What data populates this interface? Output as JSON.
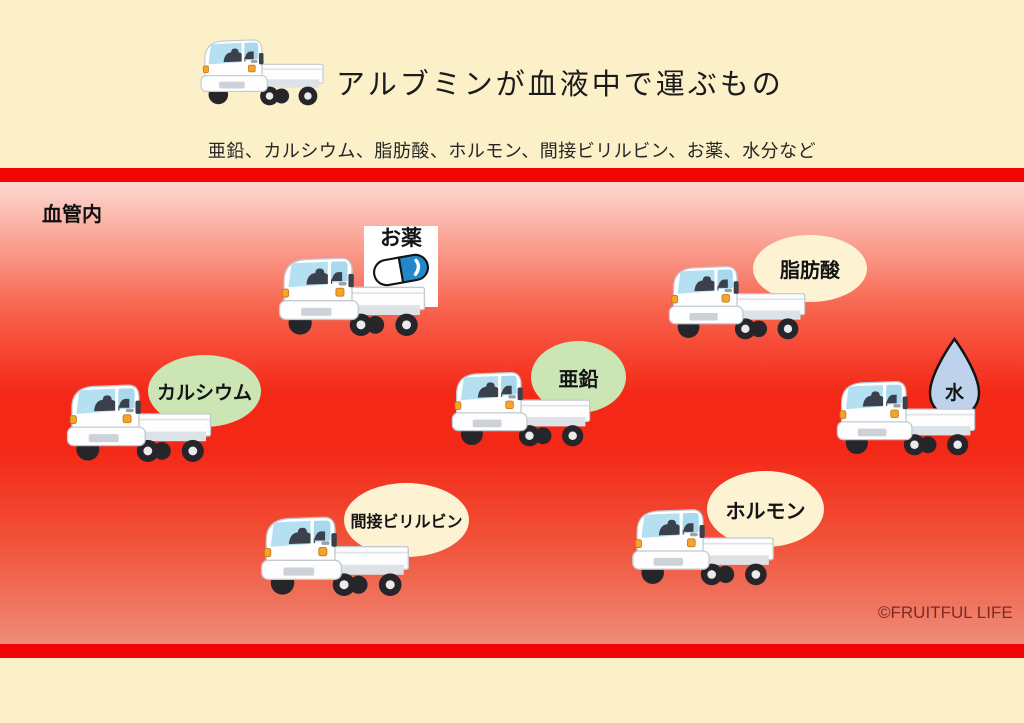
{
  "page": {
    "background_color": "#fcf0c9"
  },
  "header": {
    "title": "アルブミンが血液中で運ぶもの",
    "subtitle": "亜鉛、カルシウム、脂肪酸、ホルモン、間接ビリルビン、お薬、水分など"
  },
  "vessel": {
    "label": "血管内",
    "copyright": "©FRUITFUL LIFE",
    "wall_color": "#f30505",
    "gradient_top": "#fcd9d2",
    "gradient_middle": "#f42817",
    "gradient_bottom": "#ee8b77"
  },
  "cargo_items": [
    {
      "label": "お薬",
      "container": "white-sign-with-capsule",
      "capsule_color": "#2288cc"
    },
    {
      "label": "脂肪酸",
      "container": "cream-ellipse",
      "color": "#fdf3d2"
    },
    {
      "label": "カルシウム",
      "container": "green-ellipse",
      "color": "#cbe5b4"
    },
    {
      "label": "亜鉛",
      "container": "green-ellipse",
      "color": "#cbe5b4"
    },
    {
      "label": "水",
      "container": "water-drop",
      "color": "#bed3eb"
    },
    {
      "label": "間接ビリルビン",
      "container": "cream-ellipse",
      "color": "#fdf3d2"
    },
    {
      "label": "ホルモン",
      "container": "cream-ellipse",
      "color": "#fdf3d2"
    }
  ]
}
